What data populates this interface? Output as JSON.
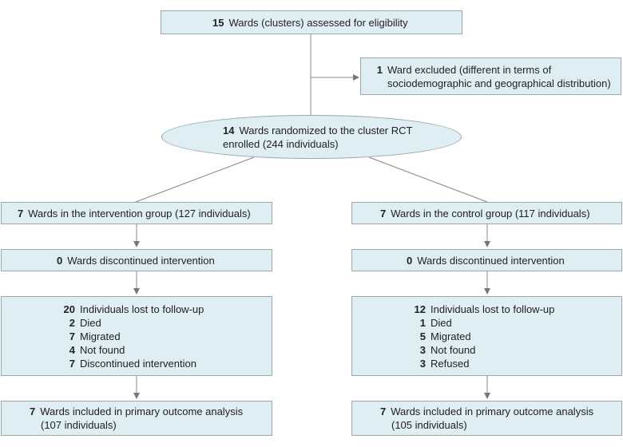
{
  "eligibility": {
    "num": "15",
    "text": "Wards (clusters) assessed for eligibility"
  },
  "excluded": {
    "num": "1",
    "line1": "Ward excluded (different in terms of",
    "line2": "sociodemographic and geographical distribution)"
  },
  "randomized": {
    "num": "14",
    "line1": "Wards randomized to the cluster RCT",
    "line2": "enrolled (244 individuals)"
  },
  "intervention": {
    "group": {
      "num": "7",
      "text": "Wards in the intervention group (127 individuals)"
    },
    "discontinued": {
      "num": "0",
      "text": "Wards discontinued intervention"
    },
    "lost": {
      "num": "20",
      "text": "Individuals lost to follow-up",
      "items": [
        {
          "num": "2",
          "text": "Died"
        },
        {
          "num": "7",
          "text": "Migrated"
        },
        {
          "num": "4",
          "text": "Not found"
        },
        {
          "num": "7",
          "text": "Discontinued intervention"
        }
      ]
    },
    "analysis": {
      "num": "7",
      "line1": "Wards included in primary outcome analysis",
      "line2": "(107 individuals)"
    }
  },
  "control": {
    "group": {
      "num": "7",
      "text": "Wards in the control group (117 individuals)"
    },
    "discontinued": {
      "num": "0",
      "text": "Wards discontinued intervention"
    },
    "lost": {
      "num": "12",
      "text": "Individuals lost to follow-up",
      "items": [
        {
          "num": "1",
          "text": "Died"
        },
        {
          "num": "5",
          "text": "Migrated"
        },
        {
          "num": "3",
          "text": "Not found"
        },
        {
          "num": "3",
          "text": "Refused"
        }
      ]
    },
    "analysis": {
      "num": "7",
      "line1": "Wards included in primary outcome analysis",
      "line2": "(105 individuals)"
    }
  }
}
